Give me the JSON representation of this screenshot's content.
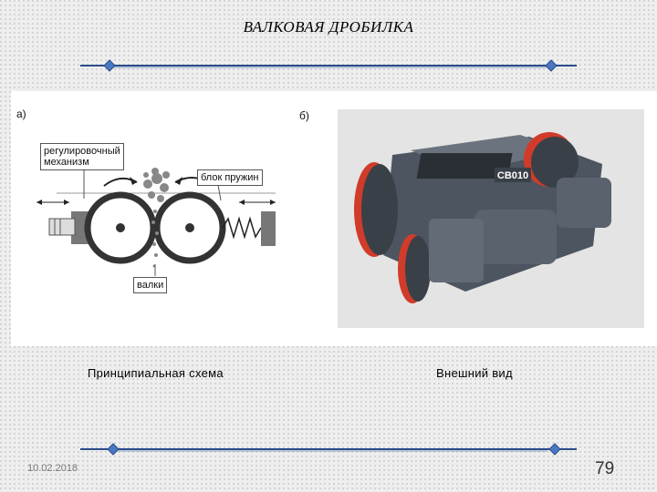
{
  "slide": {
    "title": "ВАЛКОВАЯ ДРОБИЛКА",
    "date": "10.02.2018",
    "page_number": "79"
  },
  "figure": {
    "label_a": "а)",
    "label_b": "б)",
    "label_adjust_line1": "регулировочный",
    "label_adjust_line2": "механизм",
    "label_springs": "блок пружин",
    "label_rolls": "валки",
    "machine_badge": "СВ010"
  },
  "captions": {
    "left": "Принципиальная схема",
    "right": "Внешний вид"
  },
  "colors": {
    "rule_blue": "#2b4c8c",
    "diamond_blue": "#4a78c0",
    "machine_gray": "#4c5560",
    "pulley_red": "#d13b2a"
  }
}
